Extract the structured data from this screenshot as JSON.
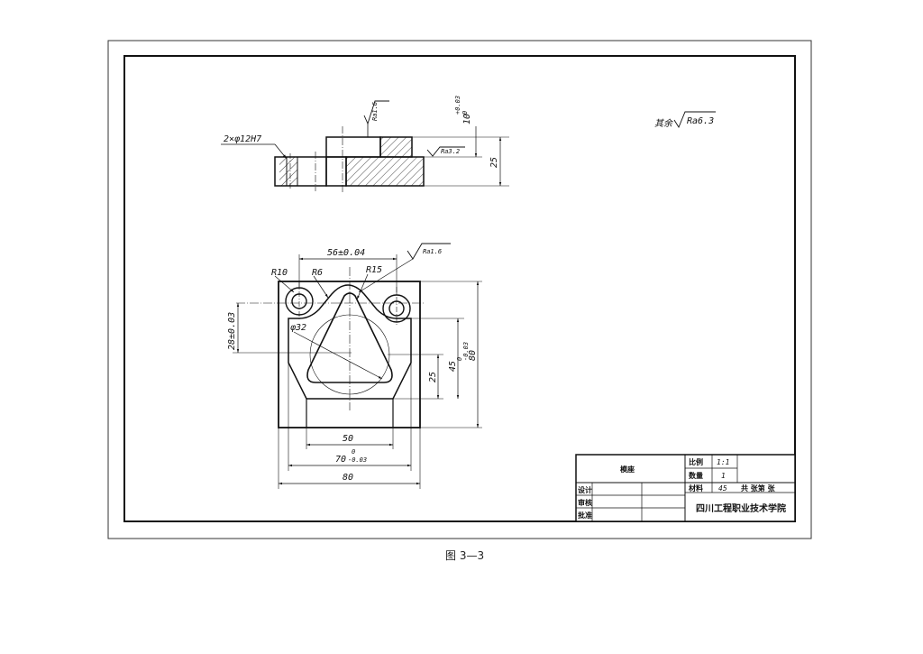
{
  "top_view": {
    "hole_spec": "2×φ12H7",
    "roughness_top": "Ra1.6",
    "roughness_step": "Ra3.2",
    "dim_height": "25",
    "dim_step": "10",
    "dim_step_upper": "+0.03",
    "dim_step_lower": "0"
  },
  "general_roughness": {
    "prefix": "其余",
    "value": "Ra6.3"
  },
  "plan_view": {
    "dim_56": "56±0.04",
    "roughness": "Ra1.6",
    "r10": "R10",
    "r6": "R6",
    "r15": "R15",
    "dia32": "φ32",
    "dim_28": "28±0.03",
    "dim_25": "25",
    "dim_45": "45",
    "dim_45_upper": "0",
    "dim_45_lower": "-0.03",
    "dim_80v": "80",
    "dim_50": "50",
    "dim_70": "70",
    "dim_70_upper": "0",
    "dim_70_lower": "-0.03",
    "dim_80h": "80"
  },
  "title_block": {
    "part_name": "模座",
    "scale_label": "比例",
    "scale_value": "1:1",
    "qty_label": "数量",
    "qty_value": "1",
    "material_label": "材料",
    "material_value": "45",
    "sheet_text": "共  张第  张",
    "design_label": "设计",
    "check_label": "审核",
    "approve_label": "批准",
    "school": "四川工程职业技术学院"
  },
  "caption": "图 3—3"
}
